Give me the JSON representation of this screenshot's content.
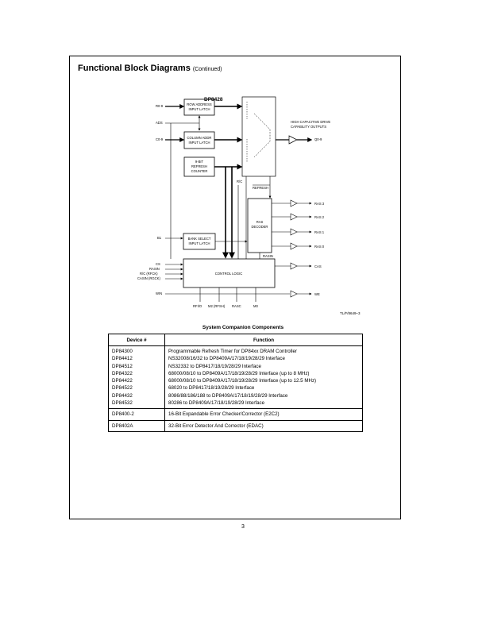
{
  "header": {
    "title": "Functional Block Diagrams",
    "continued": "(Continued)"
  },
  "diagram": {
    "chip_label": "DP8428",
    "inputs": {
      "r": "R0-9",
      "ads": "ADS",
      "c": "C0-9",
      "b1": "B1",
      "cs": "CS",
      "rasin": "RASIN",
      "rc": "R/C (RFCK)",
      "casin": "CASIN (RGCK)",
      "win": "WIN"
    },
    "blocks": {
      "row_latch": [
        "ROW ADDRESS",
        "INPUT LATCH"
      ],
      "col_latch": [
        "COLUMN ADDR",
        "INPUT LATCH"
      ],
      "refresh_counter": [
        "9-BIT",
        "REFRESH",
        "COUNTER"
      ],
      "bank_select": [
        "BANK SELECT",
        "INPUT LATCH"
      ],
      "control_logic": "CONTROL LOGIC",
      "ras_decoder": [
        "RAS",
        "DECODER"
      ]
    },
    "signals": {
      "high_cap": [
        "HIGH CAPACITIVE DRIVE",
        "CAPABILITY OUTPUTS"
      ],
      "q": "Q0-9",
      "rc_inner": "R/C",
      "refresh": "REFRESH",
      "rasin_inner": "RASIN",
      "ras3": "RAS 3",
      "ras2": "RAS 2",
      "ras1": "RAS 1",
      "ras0": "RAS 0",
      "cas": "CAS",
      "we": "WE",
      "rfi": "RFI/O",
      "m2": "M2 (RFSH)",
      "rasc": "RASC",
      "m0": "M0"
    },
    "figure_ref": "TL/F/8649–3"
  },
  "table": {
    "title": "System Companion Components",
    "headers": [
      "Device #",
      "Function"
    ],
    "groups": [
      {
        "devices": [
          "DP84300",
          "DP84412",
          "DP84512",
          "DP84322",
          "DP84422",
          "DP84522",
          "DP84432",
          "DP84532"
        ],
        "functions": [
          "Programmable Refresh Timer for DP84xx DRAM Controller",
          "NS32008/16/32 to DP8409A/17/18/19/28/29 Interface",
          "NS32332 to DP8417/18/19/28/29 Interface",
          "68000/08/10 to DP8409A/17/18/19/28/29 Interface (up to 8 MHz)",
          "68000/08/10 to DP8409A/17/18/19/28/29 Interface (up to 12.5 MHz)",
          "68020 to DP8417/18/19/28/29 Interface",
          "8086/88/186/188 to DP8409A/17/18/19/28/29 Interface",
          "80286 to DP8409A/17/18/19/28/29 Interface"
        ]
      },
      {
        "devices": [
          "DP8400-2"
        ],
        "functions": [
          "16-Bit Expandable Error Checker/Corrector (E2C2)"
        ]
      },
      {
        "devices": [
          "DP8402A"
        ],
        "functions": [
          "32-Bit Error Detector And Corrector (EDAC)"
        ]
      }
    ]
  },
  "footer": {
    "page_number": "3"
  }
}
